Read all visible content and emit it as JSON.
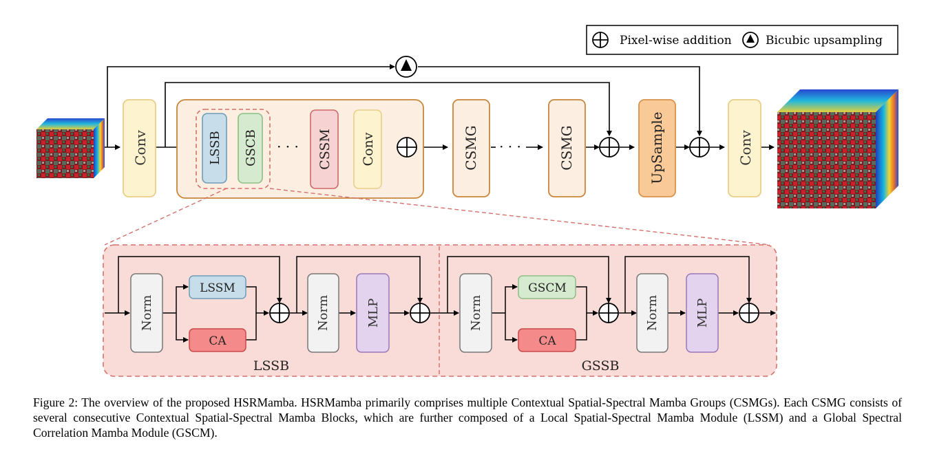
{
  "legend": {
    "addition_label": "Pixel-wise addition",
    "upsampling_label": "Bicubic upsampling"
  },
  "top": {
    "conv1": "Conv",
    "lssb": "LSSB",
    "gscb": "GSCB",
    "dots1": "· · ·",
    "cssm": "CSSM",
    "conv_inner": "Conv",
    "csmg1": "CSMG",
    "dots2": "· · ·",
    "csmg2": "CSMG",
    "upsample": "UpSample",
    "conv2": "Conv"
  },
  "detail": {
    "norm1": "Norm",
    "lssm": "LSSM",
    "ca1": "CA",
    "norm2": "Norm",
    "mlp1": "MLP",
    "lssb_label": "LSSB",
    "norm3": "Norm",
    "gscm": "GSCM",
    "ca2": "CA",
    "norm4": "Norm",
    "mlp2": "MLP",
    "gssb_label": "GSSB"
  },
  "caption": "Figure 2: The overview of the proposed HSRMamba. HSRMamba primarily comprises multiple Contextual Spatial-Spectral Mamba Groups (CSMGs). Each CSMG consists of several consecutive Contextual Spatial-Spectral Mamba Blocks, which are further composed of a Local Spatial-Spectral Mamba Module (LSSM) and a Global Spectral Correlation Mamba Module (GSCM).",
  "colors": {
    "conv_fill": "#fdf3cf",
    "conv_stroke": "#e8cf87",
    "group_fill": "#fdeee2",
    "group_stroke": "#c9853a",
    "lssb_fill": "#c7dde9",
    "lssb_stroke": "#6c9db8",
    "gscb_fill": "#d6ead0",
    "gscb_stroke": "#8cbf83",
    "cssm_fill": "#f7d2d2",
    "cssm_stroke": "#cf6868",
    "upsample_fill": "#f9c997",
    "upsample_stroke": "#d8934d",
    "detail_fill": "#f9dcd8",
    "detail_stroke": "#d6706a",
    "norm_fill": "#f2f2f2",
    "norm_stroke": "#777777",
    "mlp_fill": "#e3d3ee",
    "mlp_stroke": "#9a78b8",
    "ca_fill": "#f58a8a",
    "ca_stroke": "#c84848"
  }
}
